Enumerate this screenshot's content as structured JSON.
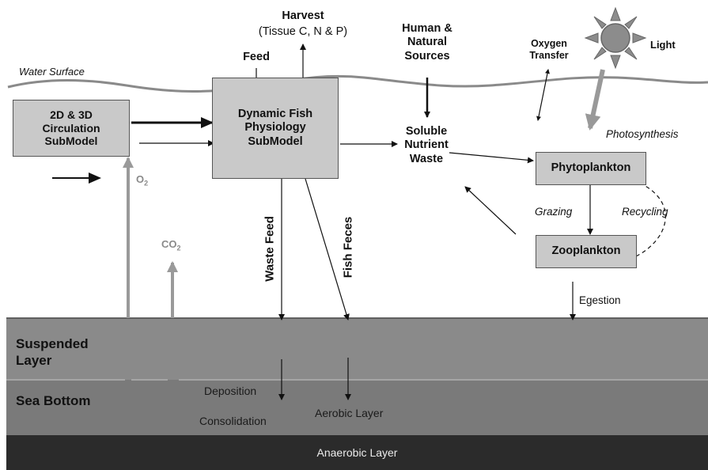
{
  "labels": {
    "water_surface": "Water Surface",
    "harvest_title": "Harvest",
    "harvest_sub": "(Tissue C, N & P)",
    "feed": "Feed",
    "human_natural": [
      "Human &",
      "Natural",
      "Sources"
    ],
    "oxygen_transfer": [
      "Oxygen",
      "Transfer"
    ],
    "light": "Light",
    "photosynthesis": "Photosynthesis",
    "o2": "O",
    "o2_sub": "2",
    "co2": "CO",
    "co2_sub": "2",
    "soluble": [
      "Soluble",
      "Nutrient",
      "Waste"
    ],
    "waste_feed": "Waste Feed",
    "fish_feces": "Fish Feces",
    "grazing": "Grazing",
    "recycling": "Recycling",
    "egestion": "Egestion",
    "deposition": "Deposition",
    "consolidation": "Consolidation",
    "aerobic_layer": "Aerobic Layer",
    "anaerobic_layer": "Anaerobic Layer",
    "suspended_layer": [
      "Suspended",
      "Layer"
    ],
    "sea_bottom": "Sea Bottom"
  },
  "boxes": {
    "circulation": [
      "2D & 3D",
      "Circulation",
      "SubModel"
    ],
    "fish": [
      "Dynamic Fish",
      "Physiology",
      "SubModel"
    ],
    "phytoplankton": "Phytoplankton",
    "zooplankton": "Zooplankton"
  },
  "colors": {
    "box_fill": "#c9c9c9",
    "suspended_band": "#8a8a8a",
    "sea_bottom_band": "#7a7a7a",
    "anaerobic_band": "#2b2b2b",
    "gray_arrow": "#9a9a9a",
    "sun": "#8c8c8c"
  }
}
